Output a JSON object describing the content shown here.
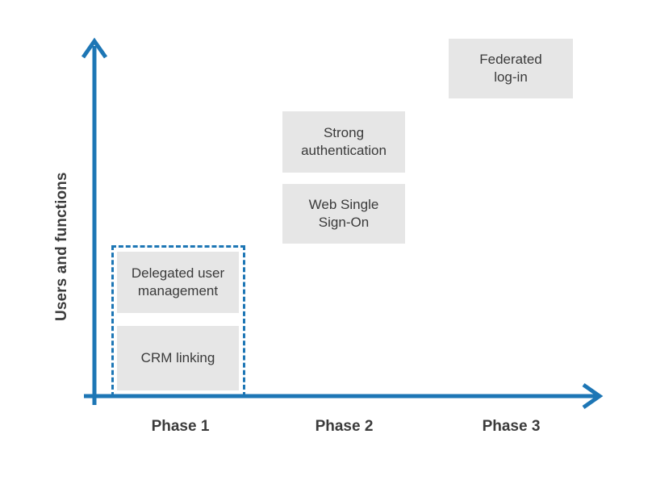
{
  "chart_data": {
    "type": "diagram",
    "title": "",
    "xlabel": "",
    "ylabel": "Users and functions",
    "axis_color": "#1d76b5",
    "box_fill": "#e6e6e6",
    "box_text_color": "#3a3a3a",
    "label_color": "#3b3b3b",
    "grid": false,
    "legend": "none",
    "categories": [
      "Phase 1",
      "Phase 2",
      "Phase 3"
    ],
    "series": [
      {
        "name": "Phase 1",
        "grouped": true,
        "group_style": "dashed",
        "items": [
          "Delegated user\nmanagement",
          "CRM linking"
        ]
      },
      {
        "name": "Phase 2",
        "grouped": false,
        "items": [
          "Strong\nauthentication",
          "Web Single\nSign-On"
        ]
      },
      {
        "name": "Phase 3",
        "grouped": false,
        "items": [
          "Federated\nlog-in"
        ]
      }
    ]
  },
  "axes": {
    "y_title": "Users and functions",
    "x_ticks": [
      "Phase 1",
      "Phase 2",
      "Phase 3"
    ]
  },
  "boxes": {
    "delegated_user_management": "Delegated user\nmanagement",
    "crm_linking": "CRM linking",
    "strong_authentication": "Strong\nauthentication",
    "web_single_sign_on": "Web Single\nSign-On",
    "federated_login": "Federated\nlog-in"
  },
  "colors": {
    "accent": "#1d76b5",
    "box_fill": "#e6e6e6",
    "text": "#3a3a3a",
    "label": "#3b3b3b"
  }
}
